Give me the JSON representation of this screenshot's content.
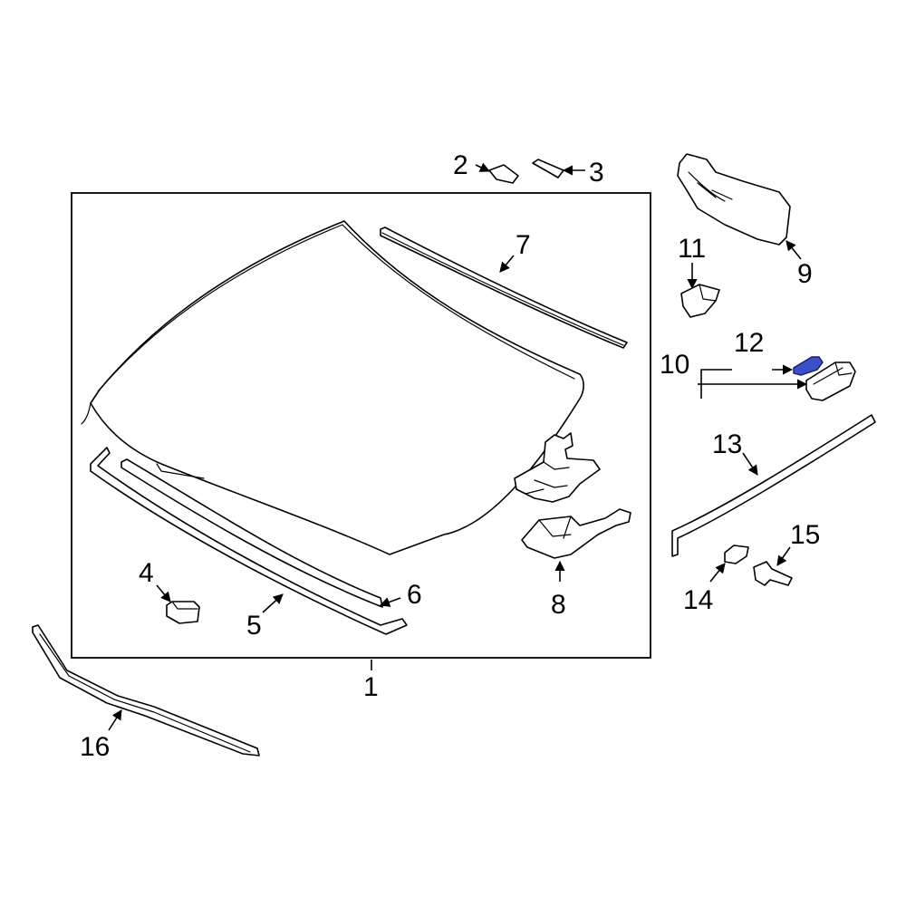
{
  "colors": {
    "line": "#000000",
    "background": "#ffffff",
    "highlight_fill": "#3b4fc9",
    "highlight_stroke": "#1a1a6e"
  },
  "highlighted_part": "12",
  "callouts": {
    "c1": "1",
    "c2": "2",
    "c3": "3",
    "c4": "4",
    "c5": "5",
    "c6": "6",
    "c7": "7",
    "c8": "8",
    "c9": "9",
    "c10": "10",
    "c11": "11",
    "c12": "12",
    "c13": "13",
    "c14": "14",
    "c15": "15",
    "c16": "16"
  }
}
